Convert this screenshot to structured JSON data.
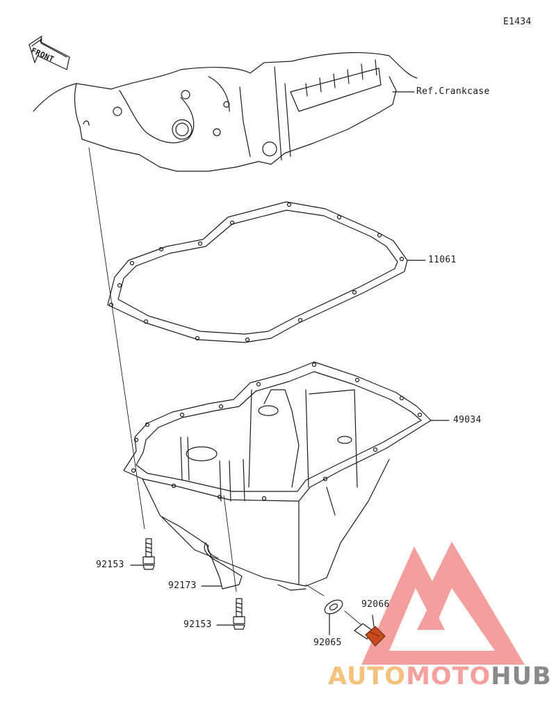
{
  "diagram": {
    "code": "E1434",
    "front_label": "FRONT",
    "ref_label": "Ref.Crankcase",
    "parts": {
      "gasket": "11061",
      "oil_pan": "49034",
      "bolt_upper": "92153",
      "clamp": "92173",
      "bolt_lower": "92153",
      "washer": "92065",
      "drain_plug": "92066"
    }
  },
  "watermark": {
    "part1": "AUTO",
    "part2": "MOTO",
    "part3": "HUB",
    "colors": {
      "yellow": "#f5c27d",
      "red": "#f3a09e",
      "gray": "#8a8a8a"
    }
  }
}
